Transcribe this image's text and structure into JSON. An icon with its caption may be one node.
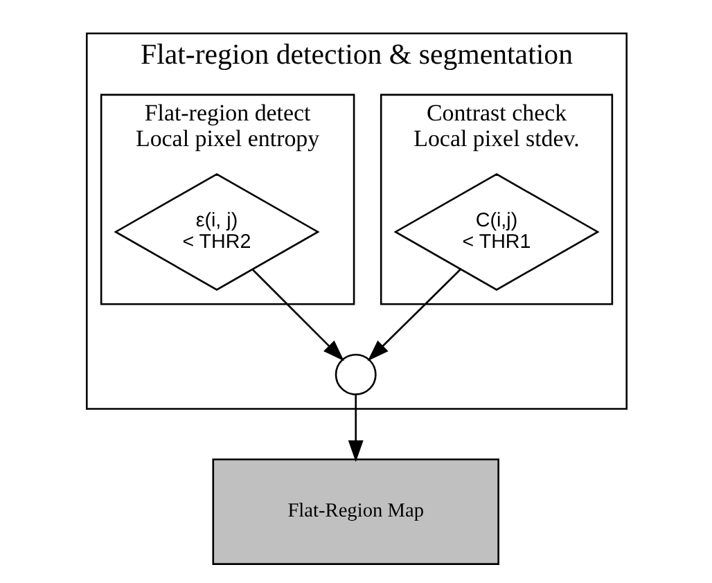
{
  "diagram": {
    "nodes": [
      {
        "text": [
          "Flat-region detection & segmentation"
        ]
      },
      {
        "text": [
          "Contrast check",
          "Local pixel stdev."
        ],
        "in": 0
      },
      {
        "text": [
          "C(i,j)",
          "< THR1"
        ],
        "in": 1
      },
      {
        "text": [
          "Flat-region detect",
          "Local pixel entropy"
        ],
        "in": 0
      },
      {
        "text": [
          "ε(i, j)",
          "< THR2"
        ],
        "in": 3
      },
      {
        "text": [],
        "shape": "circle",
        "in": 0
      },
      {
        "text": [
          "Flat-Region Map"
        ]
      }
    ],
    "edges": [
      {
        "from": 2,
        "to": 5,
        "arrow": "to"
      },
      {
        "from": 4,
        "to": 5,
        "arrow": "to"
      },
      {
        "from": 5,
        "to": 6,
        "arrow": "to"
      }
    ]
  }
}
